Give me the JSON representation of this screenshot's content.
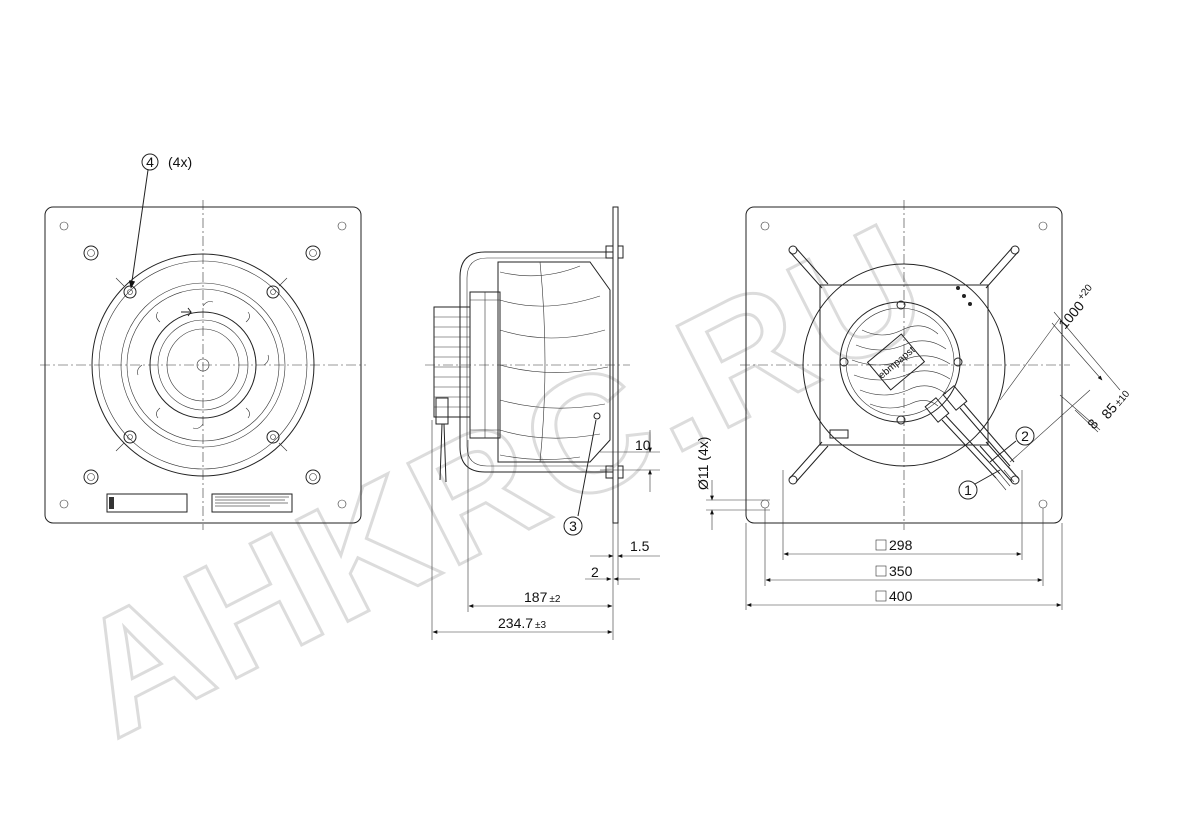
{
  "watermark": "AHKRC.RU",
  "callouts": {
    "c1": "1",
    "c2": "2",
    "c3": "3",
    "c4": "4",
    "c4_qty": "(4x)"
  },
  "dimensions": {
    "cable_length": "1000",
    "cable_length_tol": "+20",
    "strip_length": "85",
    "strip_length_tol": "±10",
    "wire_end": "8",
    "hole": "Ø11 (4x)",
    "flange_offset": "10",
    "plate_thk": "1.5",
    "gap": "2",
    "depth_inner": "187",
    "depth_inner_tol": "±2",
    "depth_total": "234.7",
    "depth_total_tol": "±3",
    "sq_298": "298",
    "sq_350": "350",
    "sq_400": "400"
  },
  "label": {
    "brand": "ebmpapst"
  }
}
